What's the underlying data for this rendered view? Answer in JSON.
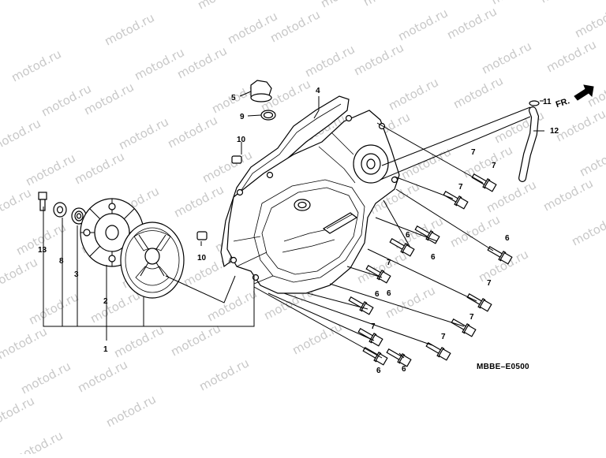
{
  "watermark": "motod.ru",
  "diagram_code": "MBBE–E0500",
  "direction_label": "FR.",
  "callouts": {
    "c1": "1",
    "c2": "2",
    "c3": "3",
    "c4": "4",
    "c5": "5",
    "c6a": "6",
    "c6b": "6",
    "c6c": "6",
    "c6d": "6",
    "c6e": "6",
    "c6f": "6",
    "c6g": "6",
    "c7a": "7",
    "c7b": "7",
    "c7c": "7",
    "c7d": "7",
    "c7e": "7",
    "c7f": "7",
    "c7g": "7",
    "c7h": "7",
    "c8": "8",
    "c9": "9",
    "c10a": "10",
    "c10b": "10",
    "c11": "11",
    "c12": "12",
    "c13": "13"
  },
  "icons": {
    "arrow": "fr-arrow-icon",
    "logo": "honda-logo-icon"
  }
}
